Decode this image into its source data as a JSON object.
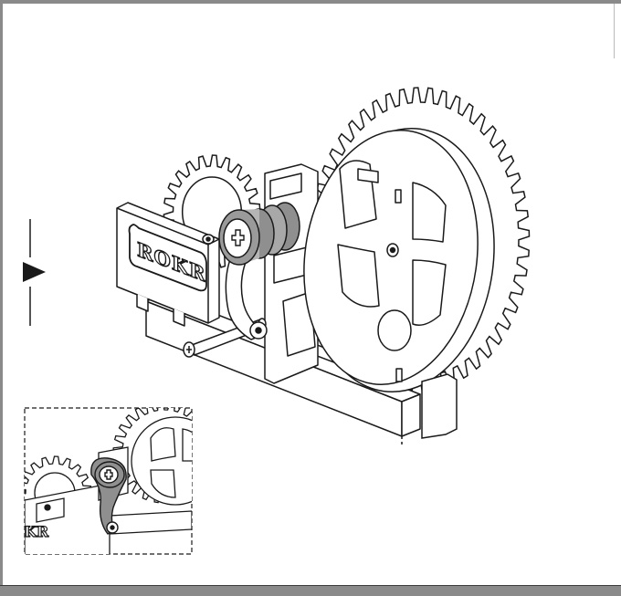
{
  "brand": {
    "logo_text": "ROKR"
  },
  "colors": {
    "frame": "#8a8a8a",
    "line": "#1a1a1a",
    "highlight": "#8f8f8f",
    "highlight_light": "#c9c9c9",
    "paper": "#ffffff"
  },
  "icons": {
    "step_marker": "triangle-right-icon",
    "screw": "phillips-screw-icon"
  },
  "inset": {
    "style": "dashed-border",
    "shows": "detail-lever-with-screw"
  }
}
